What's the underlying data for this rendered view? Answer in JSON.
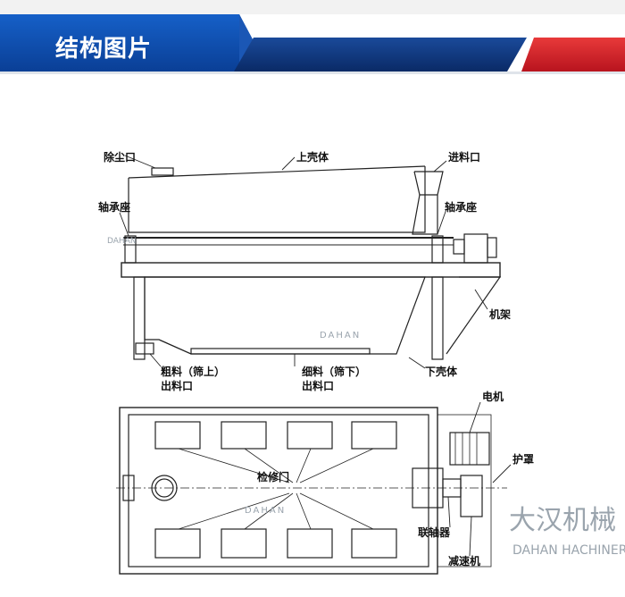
{
  "header": {
    "title": "结构图片",
    "colors": {
      "dark_blue": "#0f2f6e",
      "blue": "#0d46a0",
      "red": "#d0202b"
    }
  },
  "labels": {
    "dust_outlet": "除尘口",
    "upper_shell": "上壳体",
    "feed_inlet": "进料口",
    "bearing_seat_left": "轴承座",
    "bearing_seat_right": "轴承座",
    "frame": "机架",
    "coarse_outlet_line1": "粗料（筛上）",
    "coarse_outlet_line2": "出料口",
    "fine_outlet_line1": "细料（筛下）",
    "fine_outlet_line2": "出料口",
    "lower_shell": "下壳体",
    "motor": "电机",
    "guard": "护罩",
    "inspection_door": "检修门",
    "coupling": "联轴器",
    "reducer": "减速机"
  },
  "watermark": {
    "text": "DAHAN",
    "brand_cn": "大汉机械",
    "brand_en": "DAHAN HACHINERY"
  }
}
